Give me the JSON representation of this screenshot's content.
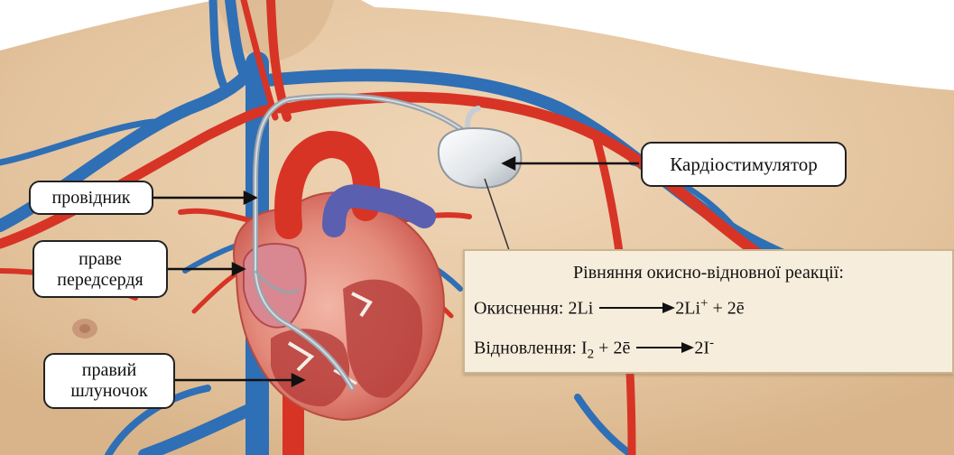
{
  "labels": {
    "conductor": "провідник",
    "right_atrium": "праве передсердя",
    "right_ventricle": "правий шлуночок",
    "pacemaker": "Кардіостимулятор"
  },
  "equations": {
    "title": "Рівняння окисно-відновної реакції:",
    "oxidation": {
      "label": "Окиснення:",
      "reactant": "2Li",
      "product": "2Li",
      "product_charge": "+",
      "plus": "+",
      "electrons": "2ē"
    },
    "reduction": {
      "label": "Відновлення:",
      "reactant": "I",
      "reactant_subscript": "2",
      "plus": "+",
      "electrons": "2ē",
      "product": "2I",
      "product_charge": "-"
    }
  },
  "colors": {
    "vein": "#2f6fb5",
    "artery": "#d73426",
    "skin": "#e7c9a6",
    "box_fill": "#f7eddc"
  }
}
